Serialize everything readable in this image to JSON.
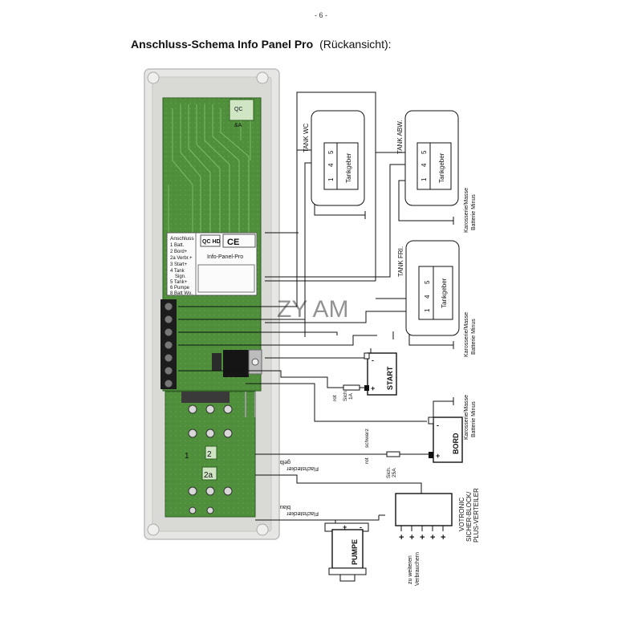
{
  "page_number": "- 6 -",
  "heading": {
    "title": "Anschluss-Schema Info Panel Pro",
    "subtitle": "(Rückansicht):"
  },
  "panel": {
    "sticker_title": "Anschluss",
    "pins": [
      "1 Batt.",
      "2 Bord+",
      "2a Verbr.+",
      "3 Start+",
      "4 Tank",
      "Sign.",
      "5 Tank+",
      "6 Pumpe",
      "8 Batt Wo."
    ],
    "qc_mark": "QC HD",
    "ce_mark": "CE",
    "product_label": "Info-Panel-Pro",
    "terminal_labels": [
      "1",
      "2",
      "2a"
    ]
  },
  "tanks": [
    {
      "name": "TANK WC",
      "sender": "Tankgeber",
      "pins": [
        "1",
        "4",
        "5"
      ]
    },
    {
      "name": "TANK ABW.",
      "sender": "Tankgeber",
      "pins": [
        "1",
        "4",
        "5"
      ]
    },
    {
      "name": "TANK FRI.",
      "sender": "Tankgeber",
      "pins": [
        "1",
        "4",
        "5"
      ]
    }
  ],
  "ground_labels": [
    {
      "line1": "Karosserie/Masse",
      "line2": "Batterie Minus"
    },
    {
      "line1": "Karosserie/Masse",
      "line2": "Batterie Minus"
    },
    {
      "line1": "Karosserie/Masse",
      "line2": "Batterie Minus"
    }
  ],
  "start_battery": {
    "label": "START",
    "plus": "+",
    "minus": "-",
    "wire": "rot",
    "fuse_line1": "Sich.",
    "fuse_line2": "1A"
  },
  "bord_battery": {
    "label": "BORD",
    "plus": "+",
    "minus": "-",
    "wire_red": "rot",
    "wire_black": "schwarz",
    "fuse_line1": "Sich.",
    "fuse_line2": "25A"
  },
  "flat_connectors": [
    {
      "line1": "Flachstecker",
      "line2": "gelb"
    },
    {
      "line1": "Flachstecker",
      "line2": "blau"
    }
  ],
  "pump": {
    "label": "PUMPE",
    "plus": "+",
    "minus": "-"
  },
  "distributor": {
    "line1": "VOTRONIC",
    "line2": "SICHER-BLOCK/",
    "line3": "PLUS-VERTEILER",
    "consumers_line1": "zu weiteren",
    "consumers_line2": "Verbrauchern"
  },
  "watermark": "ZY AM"
}
